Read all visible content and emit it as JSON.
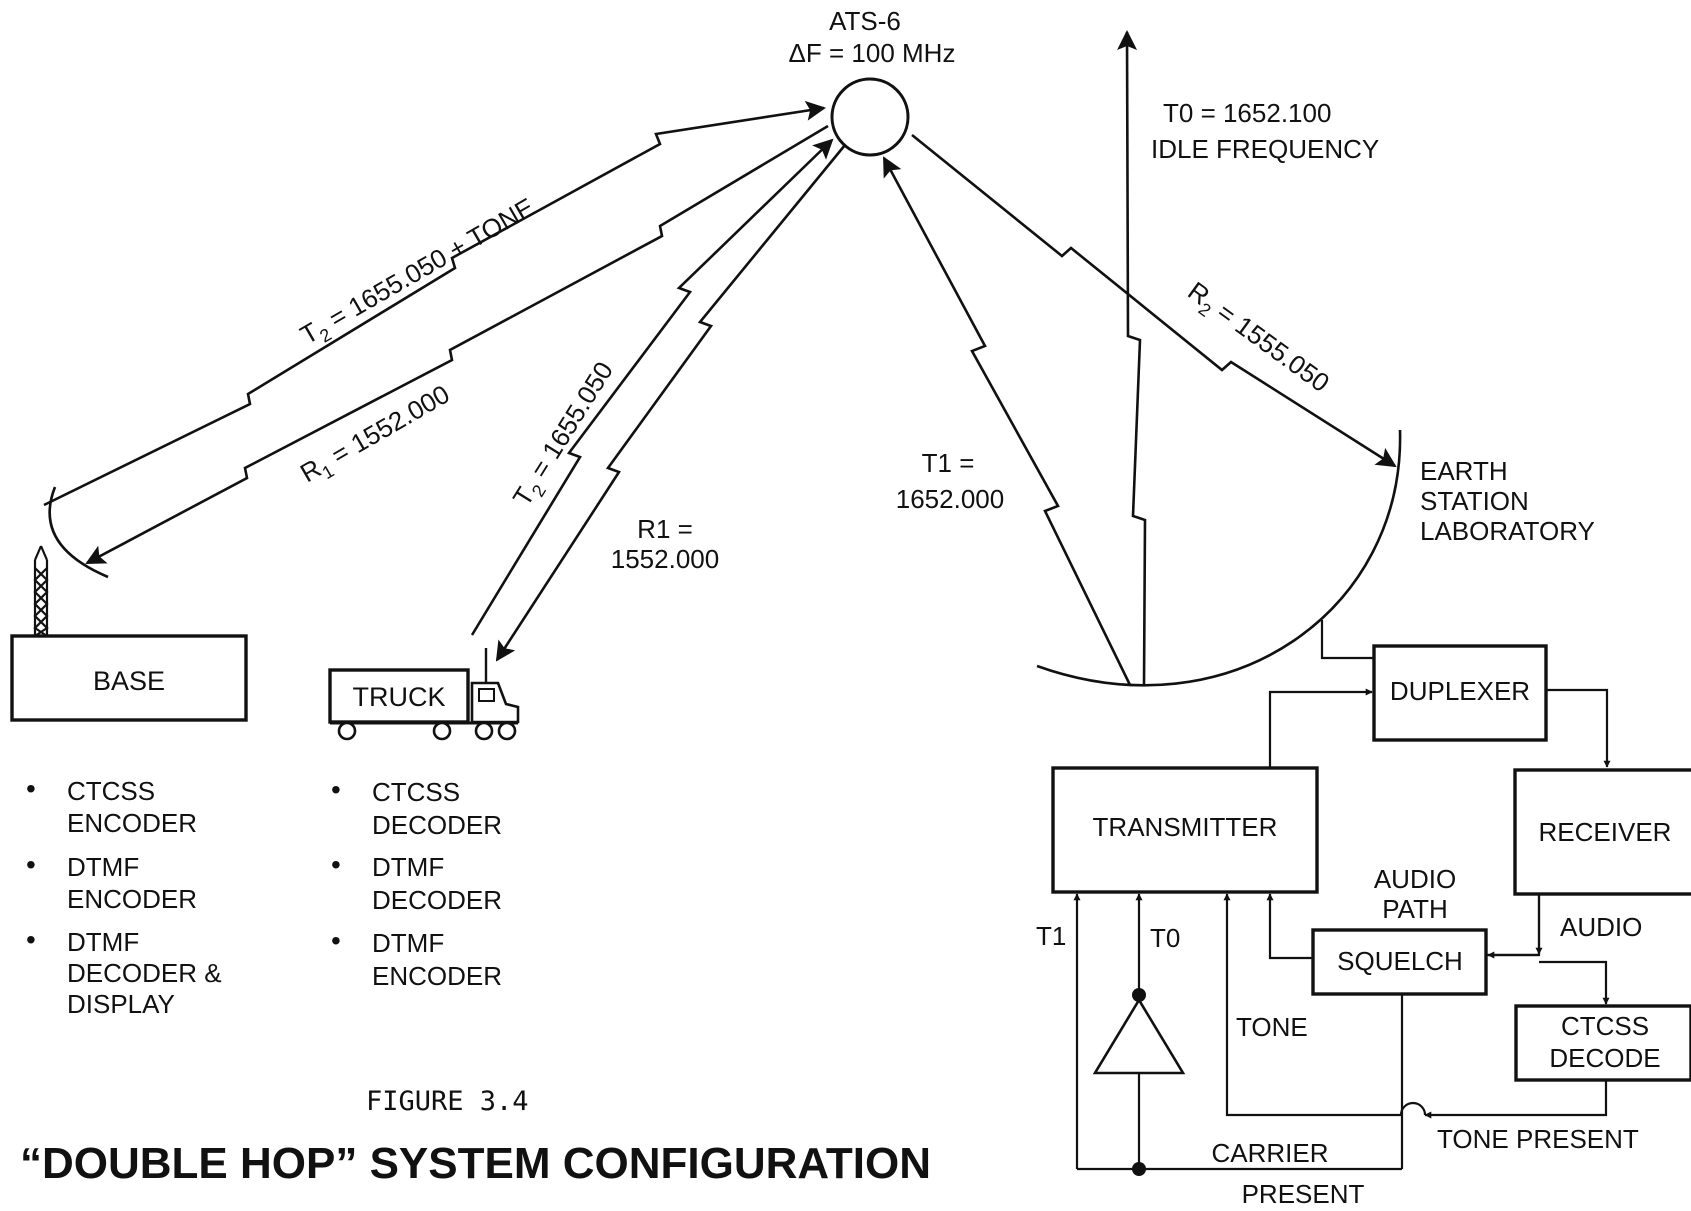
{
  "satellite": {
    "name": "ATS-6",
    "bandwidth": "ΔF = 100 MHz"
  },
  "links": {
    "t2_base_a": "T",
    "t2_base_sub": "2",
    "t2_base_b": " = 1655.050 + TONE",
    "r1_base_a": "R",
    "r1_base_sub": "1",
    "r1_base_b": " = 1552.000",
    "t2_truck_a": "T",
    "t2_truck_sub": "2",
    "t2_truck_b": " = 1655.050",
    "r1_truck_l1": "R1 =",
    "r1_truck_l2": "1552.000",
    "t1_l1": "T1 =",
    "t1_l2": "1652.000",
    "t0_l1": "T0 = 1652.100",
    "t0_l2": "IDLE FREQUENCY",
    "r2_a": "R",
    "r2_sub": "2",
    "r2_b": " = 1555.050"
  },
  "stations": {
    "base": "BASE",
    "truck": "TRUCK",
    "earth_station": [
      "EARTH",
      "STATION",
      "LABORATORY"
    ]
  },
  "base_features": [
    [
      "CTCSS",
      "ENCODER"
    ],
    [
      "DTMF",
      "ENCODER"
    ],
    [
      "DTMF",
      "DECODER &",
      "DISPLAY"
    ]
  ],
  "truck_features": [
    [
      "CTCSS",
      "DECODER"
    ],
    [
      "DTMF",
      "DECODER"
    ],
    [
      "DTMF",
      "ENCODER"
    ]
  ],
  "bullet": "•",
  "blocks": {
    "duplexer": "DUPLEXER",
    "transmitter": "TRANSMITTER",
    "receiver": "RECEIVER",
    "squelch": "SQUELCH",
    "ctcss_decode": [
      "CTCSS",
      "DECODE"
    ]
  },
  "signals": {
    "audio_path": [
      "AUDIO",
      "PATH"
    ],
    "audio": "AUDIO",
    "tone": "TONE",
    "tone_present": "TONE PRESENT",
    "carrier_present": [
      "CARRIER",
      "PRESENT"
    ],
    "t1_in": "T1",
    "t0_in": "T0"
  },
  "figure": {
    "number": "FIGURE 3.4",
    "title": "“DOUBLE HOP” SYSTEM CONFIGURATION"
  }
}
